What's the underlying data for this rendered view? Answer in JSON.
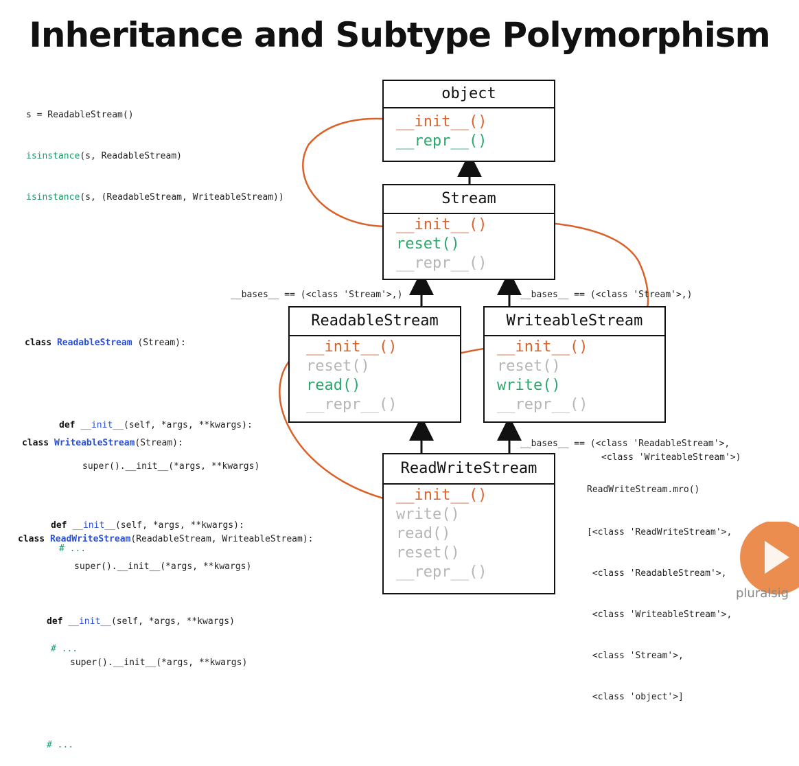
{
  "title": "Inheritance and Subtype Polymorphism",
  "top_code": [
    "s = ReadableStream()",
    "isinstance(s, ReadableStream)",
    "isinstance(s, (ReadableStream, WriteableStream))"
  ],
  "classes_code": {
    "readable": {
      "kw": "class",
      "name": "ReadableStream",
      "base": "(Stream):",
      "def_kw": "def",
      "def_name": "__init__",
      "def_rest": "(self, *args, **kwargs):",
      "super_line": "super().__init__(*args, **kwargs)",
      "comment": "# ..."
    },
    "writeable": {
      "kw": "class",
      "name": "WriteableStream",
      "base": "(Stream):",
      "def_kw": "def",
      "def_name": "__init__",
      "def_rest": "(self, *args, **kwargs):",
      "super_line": "super().__init__(*args, **kwargs)",
      "comment": "# ..."
    },
    "readwrite": {
      "kw": "class",
      "name": "ReadWriteStream",
      "base": "(ReadableStream, WriteableStream):",
      "def_kw": "def",
      "def_name": "__init__",
      "def_rest": "(self, *args, **kwargs)",
      "super_line": "super().__init__(*args, **kwargs)",
      "comment": "# ..."
    }
  },
  "boxes": {
    "object": {
      "name": "object",
      "methods": [
        {
          "text": "__init__()",
          "color": "orange"
        },
        {
          "text": "__repr__()",
          "color": "green"
        }
      ]
    },
    "stream": {
      "name": "Stream",
      "methods": [
        {
          "text": "__init__()",
          "color": "orange"
        },
        {
          "text": "reset()",
          "color": "green"
        },
        {
          "text": "__repr__()",
          "color": "gray"
        }
      ]
    },
    "readable": {
      "name": "ReadableStream",
      "methods": [
        {
          "text": "__init__()",
          "color": "orange"
        },
        {
          "text": "reset()",
          "color": "gray"
        },
        {
          "text": "read()",
          "color": "green"
        },
        {
          "text": "__repr__()",
          "color": "gray"
        }
      ]
    },
    "writeable": {
      "name": "WriteableStream",
      "methods": [
        {
          "text": "__init__()",
          "color": "orange"
        },
        {
          "text": "reset()",
          "color": "gray"
        },
        {
          "text": "write()",
          "color": "green"
        },
        {
          "text": "__repr__()",
          "color": "gray"
        }
      ]
    },
    "readwrite": {
      "name": "ReadWriteStream",
      "methods": [
        {
          "text": "__init__()",
          "color": "orange"
        },
        {
          "text": "write()",
          "color": "gray"
        },
        {
          "text": "read()",
          "color": "gray"
        },
        {
          "text": "reset()",
          "color": "gray"
        },
        {
          "text": "__repr__()",
          "color": "gray"
        }
      ]
    }
  },
  "bases_notes": {
    "left": "__bases__ == (<class 'Stream'>,)",
    "right": "__bases__ == (<class 'Stream'>,)",
    "bottom_line1": "__bases__ == (<class 'ReadableStream'>,",
    "bottom_line2": "<class 'WriteableStream'>)"
  },
  "mro_call": "ReadWriteStream.mro()",
  "mro_lines": [
    "[<class 'ReadWriteStream'>,",
    " <class 'ReadableStream'>,",
    " <class 'WriteableStream'>,",
    " <class 'Stream'>,",
    " <class 'object'>]"
  ],
  "colors": {
    "orange": "#d8622a",
    "green": "#2aa86c",
    "gray": "#b5b5b5",
    "blue": "#2b4fd6"
  },
  "logo": {
    "text": "pluralsig",
    "icon": "play-icon"
  }
}
